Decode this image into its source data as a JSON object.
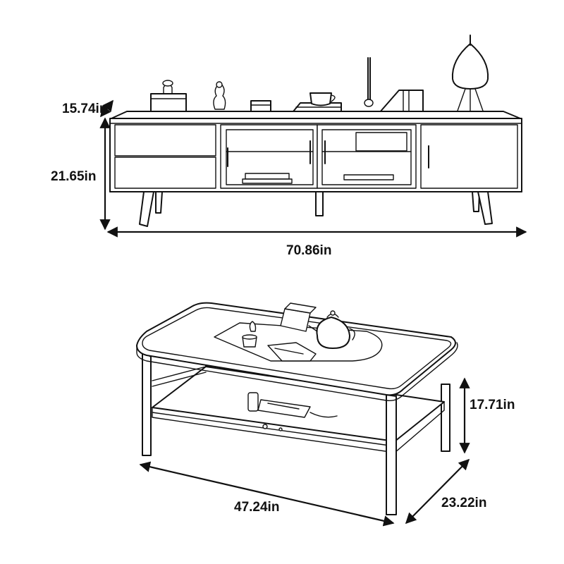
{
  "tv_stand": {
    "depth_label": "15.74in",
    "height_label": "21.65in",
    "width_label": "70.86in"
  },
  "coffee_table": {
    "height_label": "17.71in",
    "length_label": "47.24in",
    "depth_label": "23.22in"
  }
}
